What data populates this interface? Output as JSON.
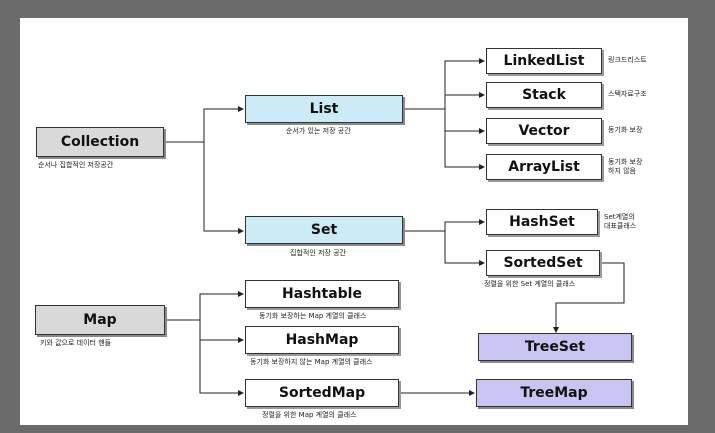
{
  "nodes": {
    "collection": {
      "label": "Collection",
      "desc": "순서나 집합적인 저장공간"
    },
    "list": {
      "label": "List",
      "desc": "순서가 있는 저장 공간"
    },
    "set": {
      "label": "Set",
      "desc": "집합적인 저장 공간"
    },
    "map": {
      "label": "Map",
      "desc": "키와 값으로 데이터 핸들"
    },
    "linkedlist": {
      "label": "LinkedList",
      "desc": "링크드리스트"
    },
    "stack": {
      "label": "Stack",
      "desc": "스택자료구조"
    },
    "vector": {
      "label": "Vector",
      "desc": "동기화 보장"
    },
    "arraylist": {
      "label": "ArrayList",
      "desc_line1": "동기화 보장",
      "desc_line2": "하지 않음"
    },
    "hashset": {
      "label": "HashSet",
      "desc_line1": "Set계열의",
      "desc_line2": "대표클래스"
    },
    "sortedset": {
      "label": "SortedSet",
      "desc": "정렬을 위한 Set 계열의 클래스"
    },
    "treeset": {
      "label": "TreeSet"
    },
    "hashtable": {
      "label": "Hashtable",
      "desc": "동기화 보장하는 Map 계열의 클래스"
    },
    "hashmap": {
      "label": "HashMap",
      "desc": "동기화 보장하지 않는 Map 계열의 클래스"
    },
    "sortedmap": {
      "label": "SortedMap",
      "desc": "정렬을 위한 Map 계열의 클래스"
    },
    "treemap": {
      "label": "TreeMap"
    }
  },
  "colors": {
    "frame": "#6b6b6b",
    "root_fill": "#d9d9d9",
    "interface_fill": "#cdeaf7",
    "tree_fill": "#c9c5f3",
    "class_fill": "#ffffff"
  }
}
